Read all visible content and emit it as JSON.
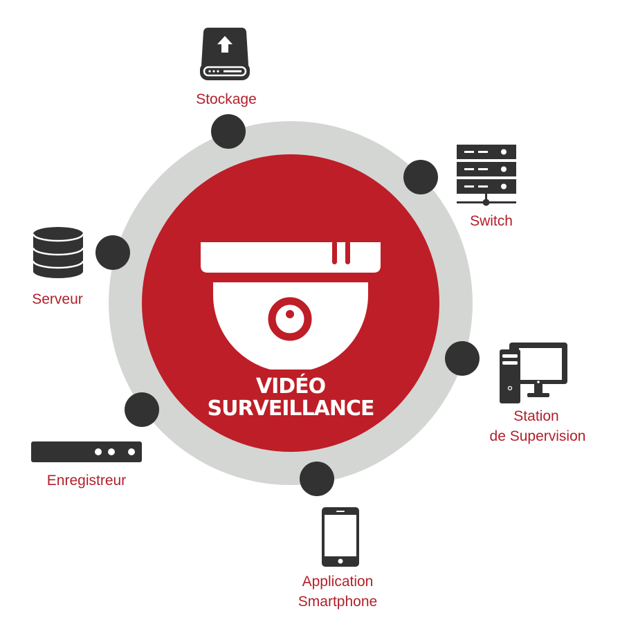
{
  "center": {
    "icon": "dome-camera-icon",
    "title_line1": "VIDÉO",
    "title_line2": "SURVEILLANCE"
  },
  "nodes": [
    {
      "id": "stockage",
      "label": "Stockage",
      "icon": "storage-upload-icon"
    },
    {
      "id": "switch",
      "label": "Switch",
      "icon": "network-switch-icon"
    },
    {
      "id": "serveur",
      "label": "Serveur",
      "icon": "database-server-icon"
    },
    {
      "id": "station",
      "label_line1": "Station",
      "label_line2": "de Supervision",
      "icon": "desktop-computer-icon"
    },
    {
      "id": "enregistreur",
      "label": "Enregistreur",
      "icon": "recorder-icon"
    },
    {
      "id": "smartphone",
      "label_line1": "Application",
      "label_line2": "Smartphone",
      "icon": "smartphone-icon"
    }
  ],
  "colors": {
    "red": "#be1e27",
    "label_red": "#b11f2a",
    "gray_ring": "#d4d6d4",
    "dark": "#323232",
    "background": "#ffffff"
  }
}
